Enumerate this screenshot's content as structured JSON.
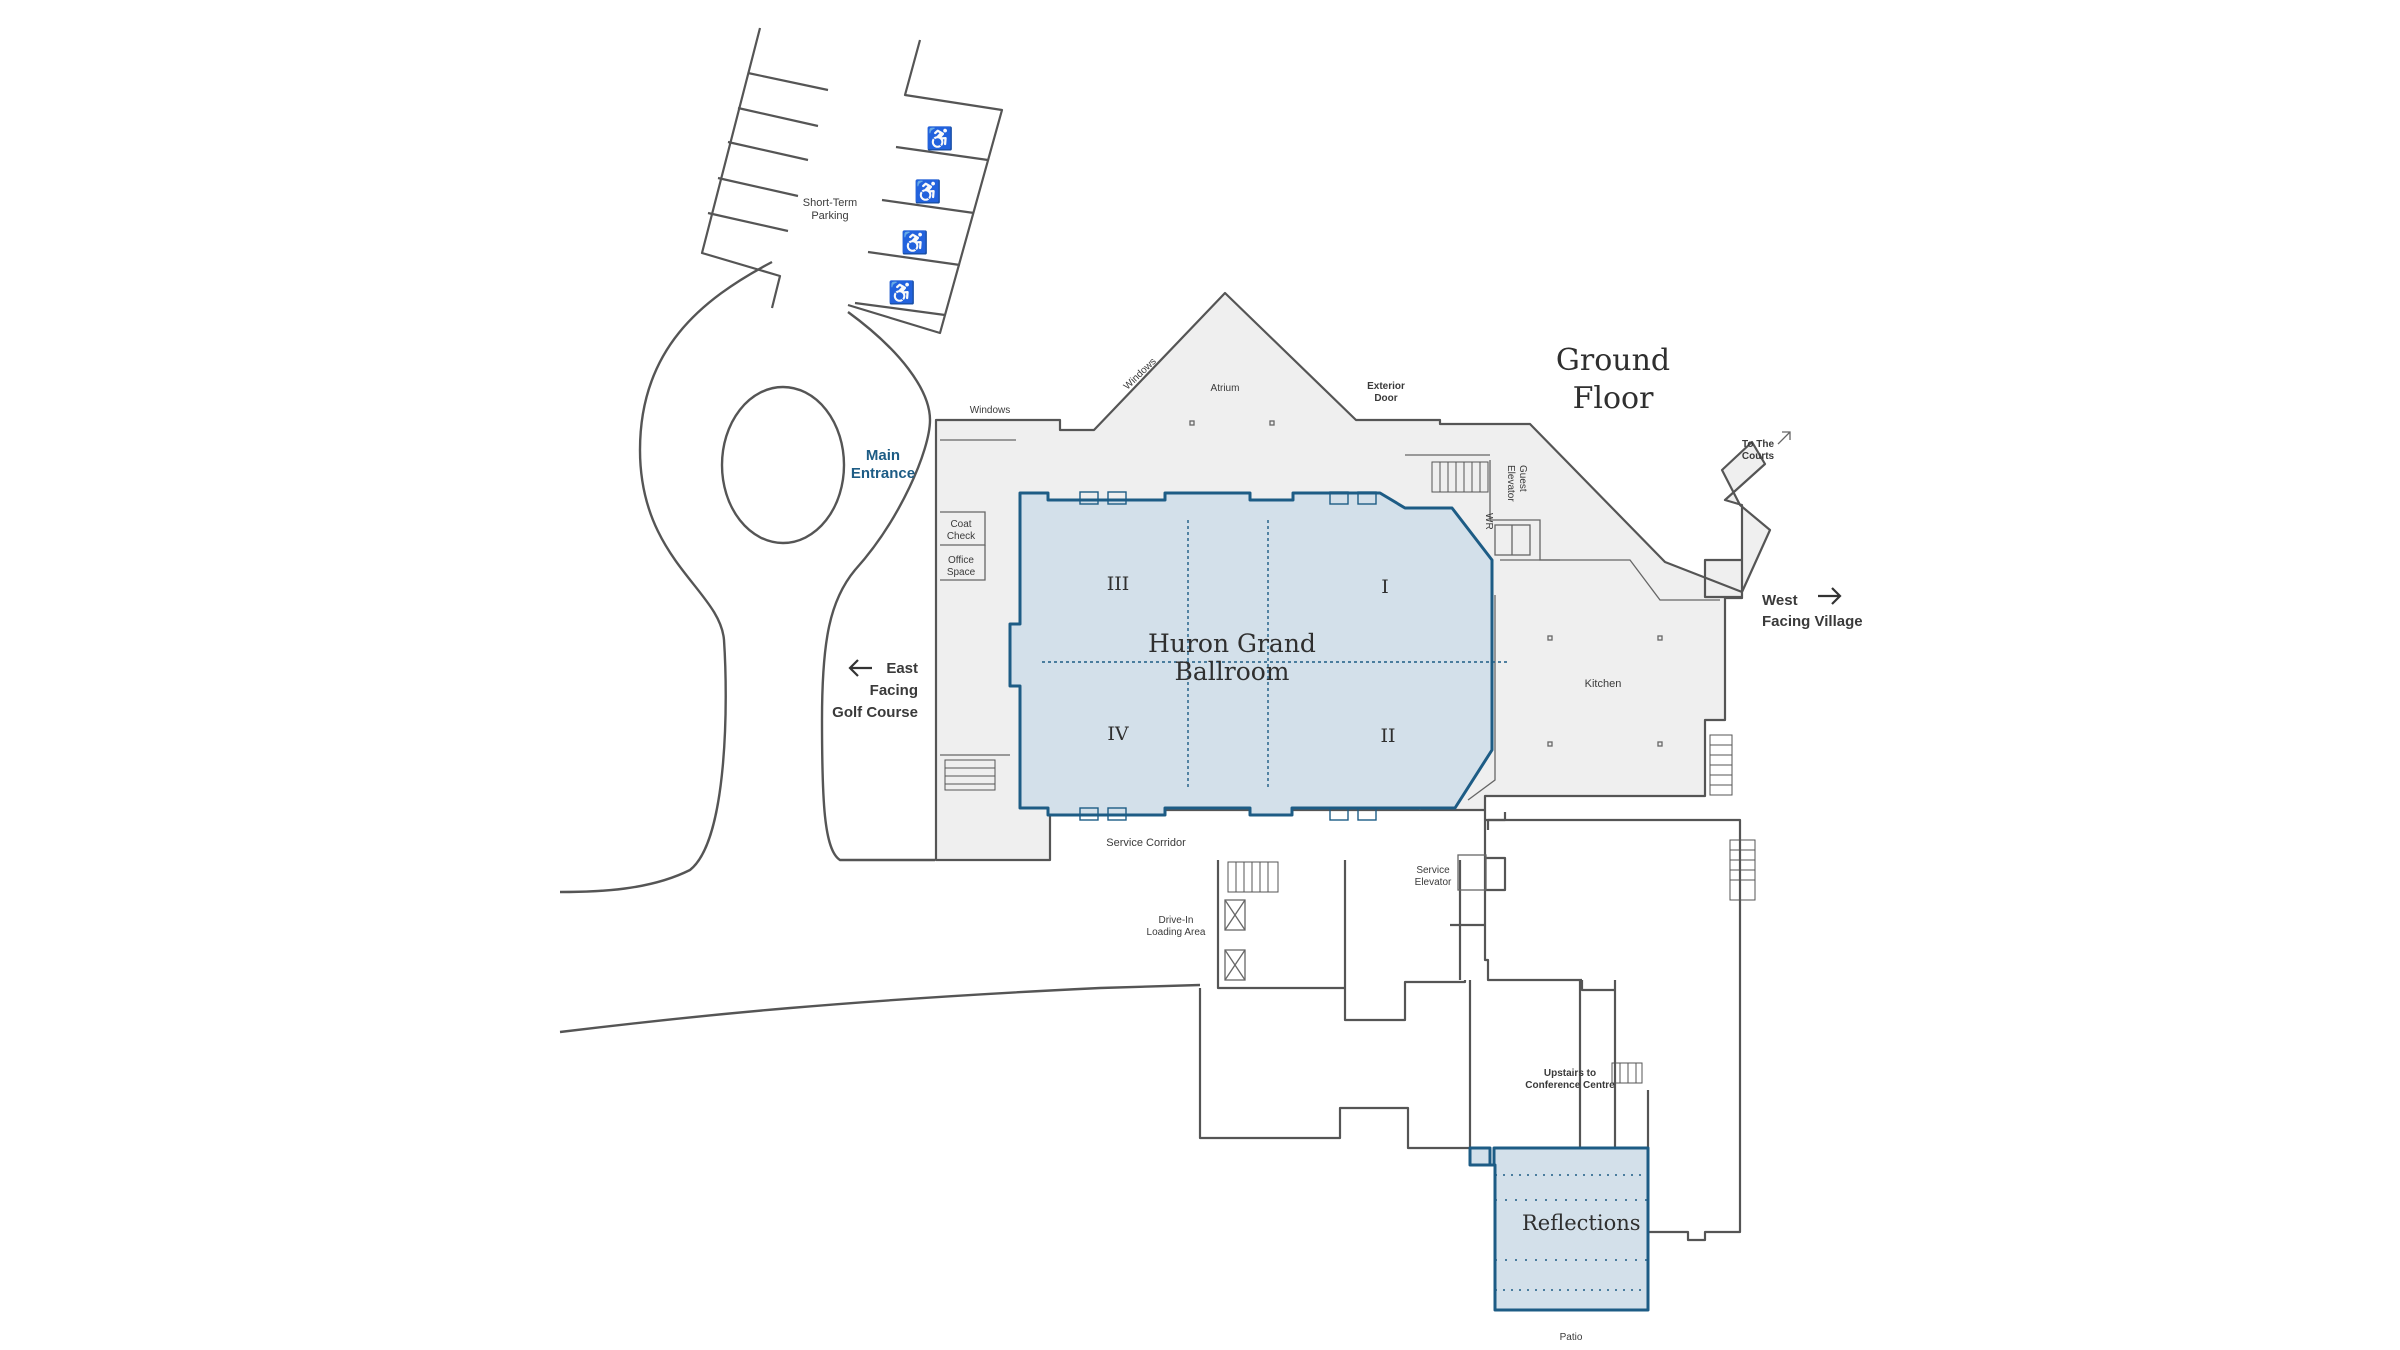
{
  "floor_title_line1": "Ground",
  "floor_title_line2": "Floor",
  "highlight_color": "#1d5c85",
  "highlight_fill": "#d3e0ea",
  "labels": {
    "short_term_parking_1": "Short-Term",
    "short_term_parking_2": "Parking",
    "windows_left": "Windows",
    "windows_diag": "Windows",
    "atrium": "Atrium",
    "exterior_door_1": "Exterior",
    "exterior_door_2": "Door",
    "main_entrance_1": "Main",
    "main_entrance_2": "Entrance",
    "coat_check_1": "Coat",
    "coat_check_2": "Check",
    "office_space_1": "Office",
    "office_space_2": "Space",
    "guest_elevator_1": "Guest",
    "guest_elevator_2": "Elevator",
    "wr": "WR",
    "to_courts_1": "To The",
    "to_courts_2": "Courts",
    "west_village_1": "West",
    "west_village_2": "Facing Village",
    "east_golf_1": "East",
    "east_golf_2": "Facing",
    "east_golf_3": "Golf Course",
    "kitchen": "Kitchen",
    "service_corridor": "Service Corridor",
    "service_elevator_1": "Service",
    "service_elevator_2": "Elevator",
    "loading_1": "Drive-In",
    "loading_2": "Loading Area",
    "upstairs_1": "Upstairs to",
    "upstairs_2": "Conference Centre",
    "patio": "Patio"
  },
  "ballroom": {
    "name_line1": "Huron Grand",
    "name_line2": "Ballroom",
    "sections": [
      "III",
      "I",
      "IV",
      "II"
    ]
  },
  "reflections": {
    "name": "Reflections"
  },
  "icons": {
    "accessible_parking": "wheelchair-icon",
    "arrow_west": "arrow-right-icon",
    "arrow_east": "arrow-left-icon",
    "arrow_courts": "arrow-up-right-icon"
  }
}
